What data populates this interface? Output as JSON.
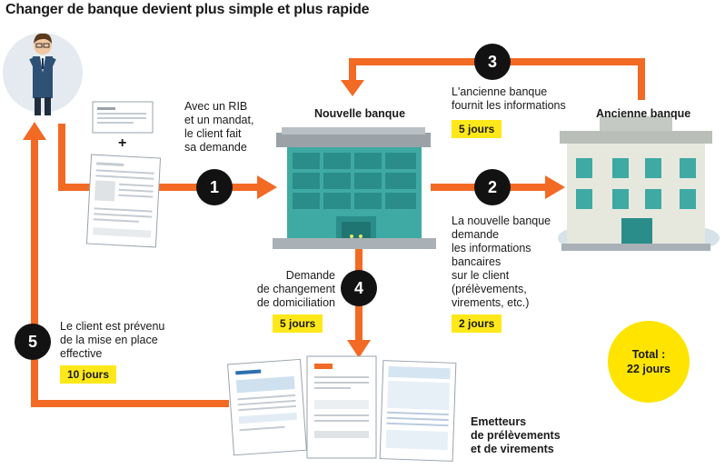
{
  "title": "Changer de banque devient plus simple et plus rapide",
  "steps": [
    {
      "number": "1",
      "text": "Avec un RIB\net un mandat,\nle client fait\nsa demande"
    },
    {
      "number": "2",
      "text": "La nouvelle banque\ndemande\nles informations\nbancaires\nsur le client\n(prélèvements,\nvirements, etc.)",
      "duration": "2 jours"
    },
    {
      "number": "3",
      "text": "L'ancienne banque\nfournit les informations",
      "duration": "5 jours"
    },
    {
      "number": "4",
      "text": "Demande\nde changement\nde domiciliation",
      "duration": "5 jours"
    },
    {
      "number": "5",
      "text": "Le client est prévenu\nde la mise en place\neffective",
      "duration": "10 jours"
    }
  ],
  "new_bank_label": "Nouvelle banque",
  "old_bank_label": "Ancienne banque",
  "issuers_label": "Emetteurs\nde prélèvements\net de virements",
  "plus_sign": "+",
  "total": {
    "label": "Total :",
    "value": "22 jours"
  },
  "colors": {
    "arrow": "#f26a24",
    "badge": "#ffe81a",
    "total": "#ffe400",
    "circle": "#121212",
    "building_glass": "#2a9d99"
  }
}
